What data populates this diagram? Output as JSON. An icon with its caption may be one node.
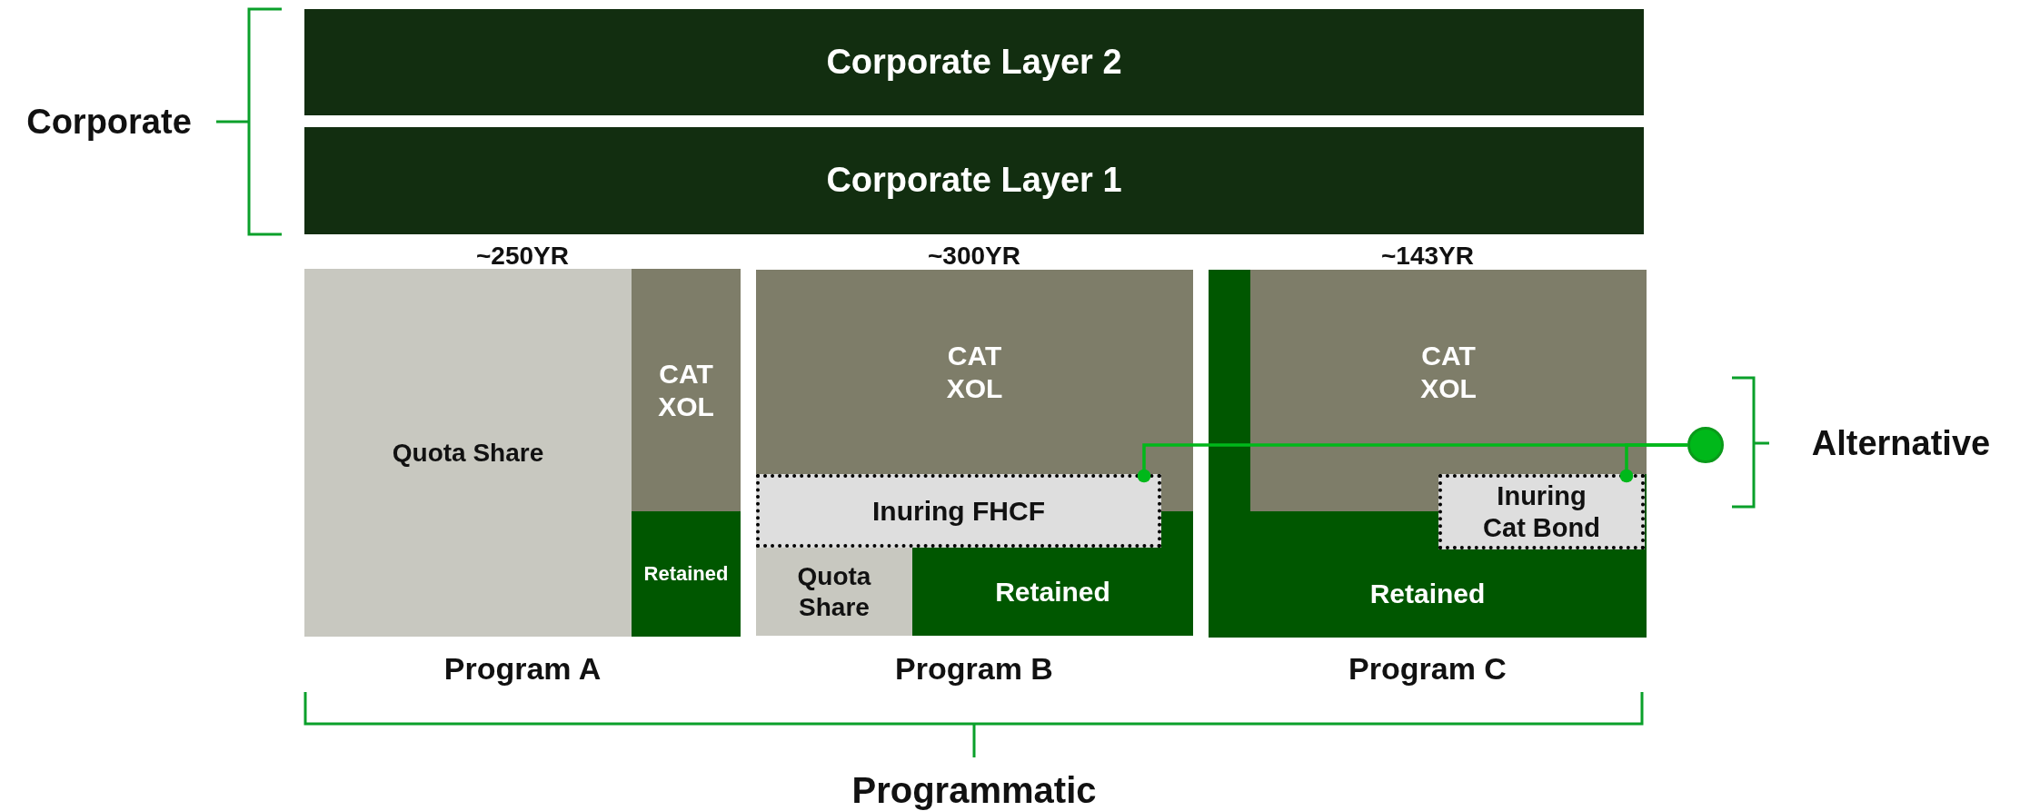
{
  "diagram": {
    "nodes": [
      {
        "text": [
          "Corporate Layer 2"
        ]
      },
      {
        "text": [
          "Corporate Layer 1"
        ]
      },
      {
        "text": [
          "Quota Share"
        ]
      },
      {
        "text": [
          "CAT XOL"
        ]
      },
      {
        "text": [
          "Retained"
        ]
      },
      {
        "text": [
          "CAT XOL"
        ]
      },
      {
        "text": [
          "Inuring FHCF"
        ]
      },
      {
        "text": [
          "Quota Share"
        ]
      },
      {
        "text": [
          "Retained"
        ]
      },
      {
        "text": [
          "Retained"
        ]
      },
      {
        "text": [
          "CAT XOL"
        ],
        "in": 9
      },
      {
        "text": [
          "Inuring Cat Bond"
        ],
        "in": 9
      },
      {
        "text": [],
        "shape": "circle"
      }
    ],
    "edges": [
      {
        "from": 12,
        "to": 6,
        "arrow": "other"
      },
      {
        "from": 12,
        "to": 11,
        "arrow": "other"
      }
    ],
    "labels": [
      "Corporate",
      "~250YR",
      "~300YR",
      "~143YR",
      "Program A",
      "Program B",
      "Program C",
      "Alternative",
      "Programmatic"
    ]
  }
}
